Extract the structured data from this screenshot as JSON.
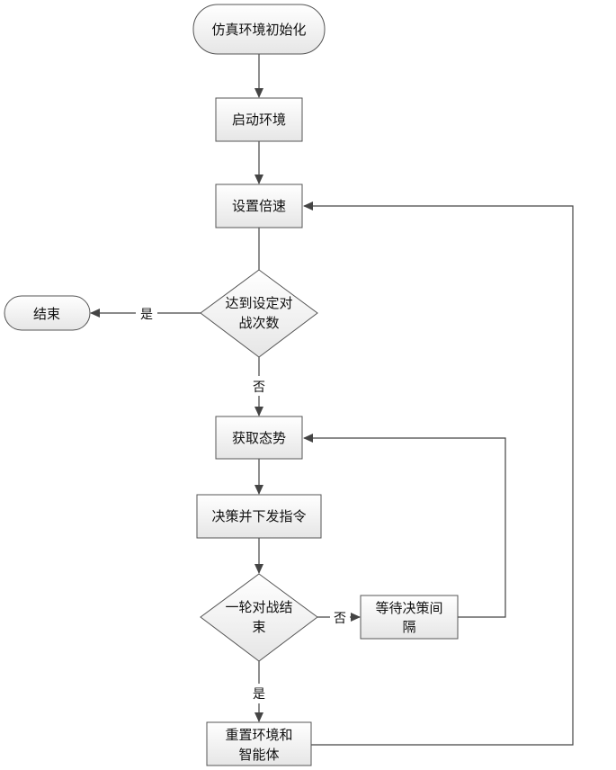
{
  "nodes": {
    "init": "仿真环境初始化",
    "start_env": "启动环境",
    "set_speed": "设置倍速",
    "check_battles_1": "达到设定对",
    "check_battles_2": "战次数",
    "end": "结束",
    "get_state": "获取态势",
    "decide": "决策并下发指令",
    "round_over_1": "一轮对战结",
    "round_over_2": "束",
    "wait_1": "等待决策间",
    "wait_2": "隔",
    "reset_1": "重置环境和",
    "reset_2": "智能体"
  },
  "edges": {
    "yes_end": "是",
    "no_get_state": "否",
    "no_wait": "否",
    "yes_reset": "是"
  },
  "colors": {
    "box_fill_top": "#ffffff",
    "box_fill_bottom": "#e8e8e8",
    "stroke": "#555555",
    "line": "#444444"
  }
}
